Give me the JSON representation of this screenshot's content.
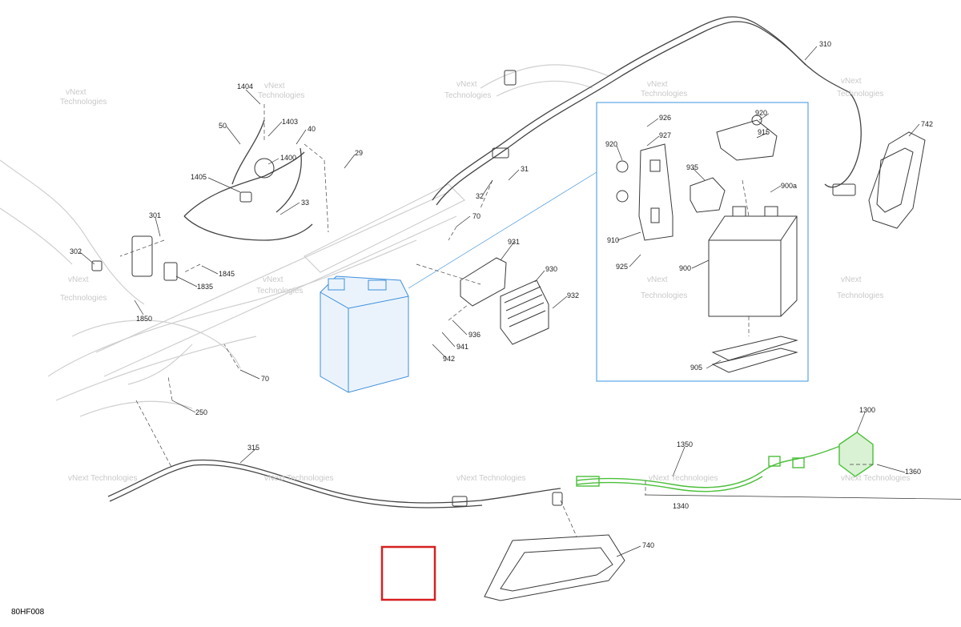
{
  "diagram": {
    "figure_code": "80HF008",
    "watermark_line1": "vNext",
    "watermark_line2": "Technologies",
    "watermark_full": "vNext Technologies",
    "highlight_colors": {
      "battery": "#3d8fdc",
      "harness_1350": "#4bbf3a",
      "marker_box": "#d62020"
    },
    "part_labels": {
      "p310": "310",
      "p742": "742",
      "p1404": "1404",
      "p1403": "1403",
      "p50": "50",
      "p40": "40",
      "p1400": "1400",
      "p29": "29",
      "p1405": "1405",
      "p31": "31",
      "p32": "32",
      "p33": "33",
      "p70a": "70",
      "p301": "301",
      "p302": "302",
      "p1845": "1845",
      "p1835": "1835",
      "p1850": "1850",
      "p931": "931",
      "p930": "930",
      "p932": "932",
      "p936": "936",
      "p941": "941",
      "p942": "942",
      "p70b": "70",
      "p250": "250",
      "p920a": "920",
      "p926": "926",
      "p927": "927",
      "p920b": "920",
      "p915": "915",
      "p935": "935",
      "p900a": "900a",
      "p910": "910",
      "p925": "925",
      "p900": "900",
      "p905": "905",
      "p1300": "1300",
      "p1350": "1350",
      "p1360": "1360",
      "p315": "315",
      "p1340": "1340",
      "p740": "740"
    }
  }
}
